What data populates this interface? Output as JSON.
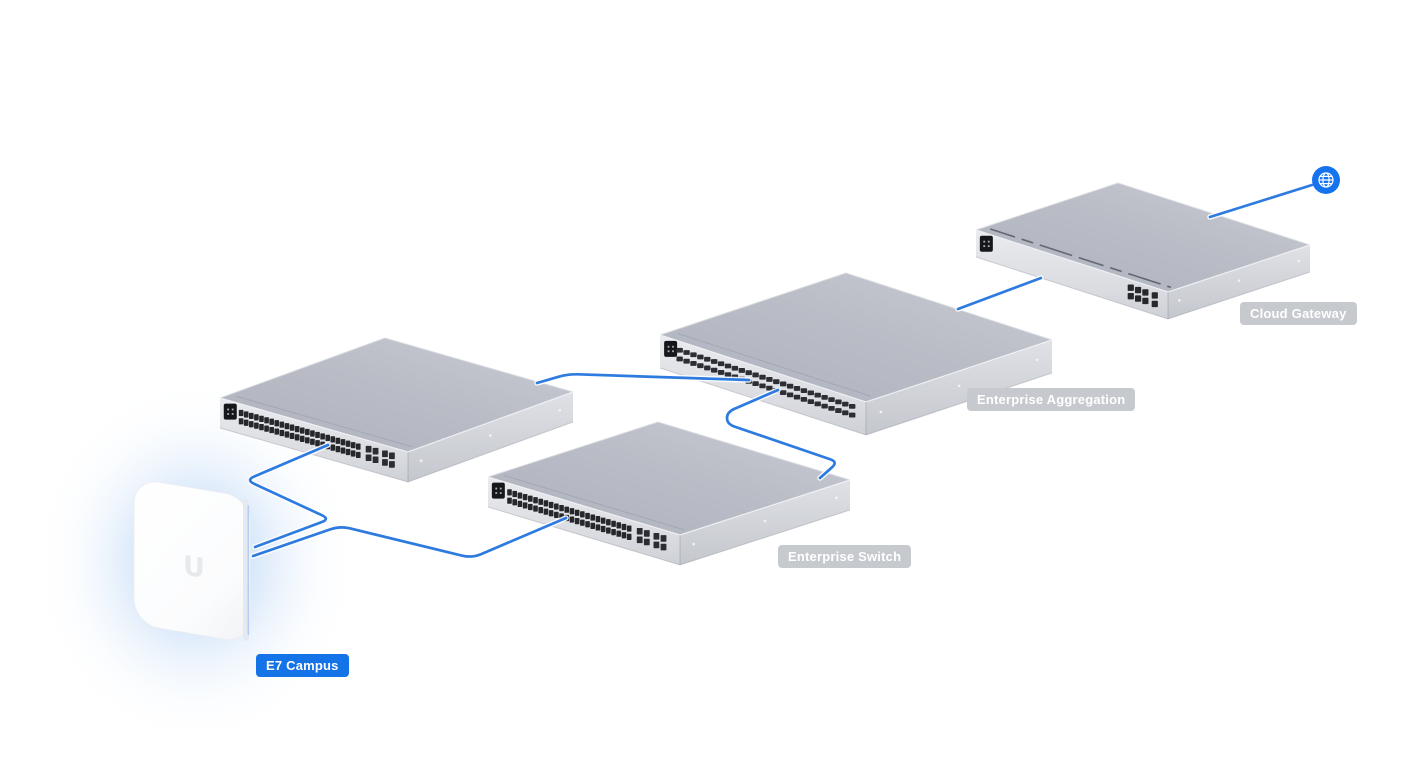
{
  "colors": {
    "background": "#ffffff",
    "cable": "#2e7be0",
    "badge_primary": "#1473e6",
    "badge_neutral": "#c6c9cd",
    "badge_text": "#ffffff",
    "globe_fill": "#1673f0",
    "ap_glow": "#aecdf4",
    "device_top": "#b7bac3",
    "device_front": "#e2e4e8",
    "device_side": "#d2d5da",
    "port_dark": "#25272b"
  },
  "topology": {
    "nodes": [
      {
        "id": "e7-campus",
        "label": "E7 Campus",
        "badge_style": "primary",
        "device_type": "access-point"
      },
      {
        "id": "switch-upper",
        "label": "",
        "badge_style": "",
        "device_type": "48-port-switch"
      },
      {
        "id": "enterprise-switch",
        "label": "Enterprise Switch",
        "badge_style": "neutral",
        "device_type": "48-port-switch"
      },
      {
        "id": "enterprise-aggregation",
        "label": "Enterprise Aggregation",
        "badge_style": "neutral",
        "device_type": "aggregation-switch"
      },
      {
        "id": "cloud-gateway",
        "label": "Cloud Gateway",
        "badge_style": "neutral",
        "device_type": "rack-gateway"
      },
      {
        "id": "internet",
        "label": "",
        "badge_style": "",
        "device_type": "internet",
        "icon": "globe-icon"
      }
    ],
    "links": [
      {
        "from": "switch-upper",
        "to": "e7-campus"
      },
      {
        "from": "e7-campus",
        "to": "enterprise-switch"
      },
      {
        "from": "switch-upper",
        "to": "enterprise-aggregation"
      },
      {
        "from": "enterprise-aggregation",
        "to": "enterprise-switch"
      },
      {
        "from": "enterprise-aggregation",
        "to": "cloud-gateway"
      },
      {
        "from": "cloud-gateway",
        "to": "internet"
      }
    ],
    "ap_logo": "U"
  }
}
